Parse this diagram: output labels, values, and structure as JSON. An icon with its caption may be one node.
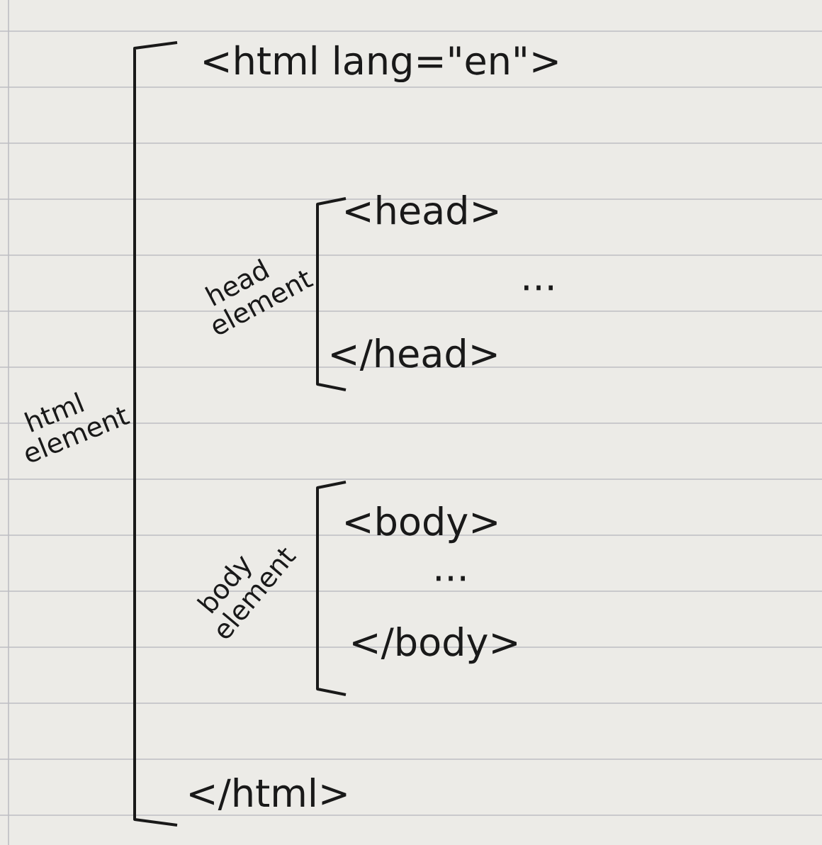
{
  "diagram": {
    "labels": [
      "<html lang=\"en\">",
      "<head>",
      "...",
      "</head>",
      "<body>",
      "...",
      "</body>",
      "</html>",
      "html element",
      "head element",
      "body element"
    ]
  }
}
